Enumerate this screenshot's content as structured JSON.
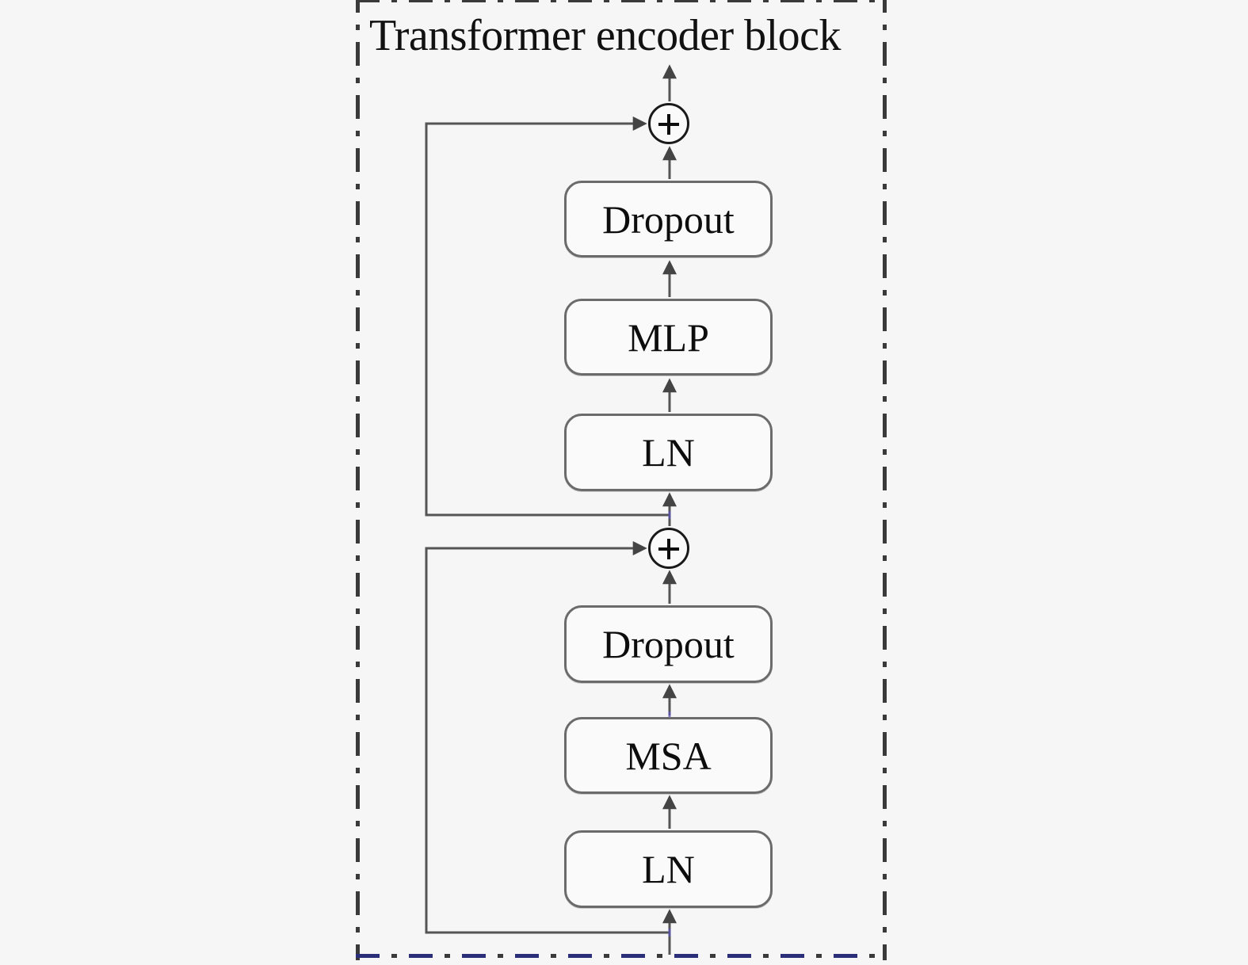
{
  "figure": {
    "title": "Transformer encoder block",
    "background_color": "#f6f6f6",
    "border_style": "dash-dot",
    "border_color": "#3a3a3a",
    "border_accent_color": "#2b2f7a"
  },
  "nodes": {
    "dropout_top": {
      "label": "Dropout",
      "shape": "rounded-rect"
    },
    "mlp": {
      "label": "MLP",
      "shape": "rounded-rect"
    },
    "ln_top": {
      "label": "LN",
      "shape": "rounded-rect"
    },
    "add_top": {
      "label": "+",
      "shape": "circle"
    },
    "dropout_bottom": {
      "label": "Dropout",
      "shape": "rounded-rect"
    },
    "msa": {
      "label": "MSA",
      "shape": "rounded-rect"
    },
    "ln_bottom": {
      "label": "LN",
      "shape": "rounded-rect"
    },
    "add_bottom": {
      "label": "+",
      "shape": "circle"
    }
  },
  "flow": {
    "description": "input -> LN -> MSA -> Dropout -> (+) with residual -> LN -> MLP -> Dropout -> (+) with residual -> output",
    "edges": [
      "input-to-ln-bottom",
      "ln-bottom-to-msa",
      "msa-to-dropout-bottom",
      "dropout-bottom-to-add-bottom",
      "residual-bottom-skip",
      "add-bottom-to-ln-top",
      "ln-top-to-mlp",
      "mlp-to-dropout-top",
      "dropout-top-to-add-top",
      "residual-top-skip",
      "add-top-to-output"
    ]
  },
  "colors": {
    "box_border": "#6b6b6b",
    "box_fill": "#fafafa",
    "line": "#555555",
    "text": "#0d0d0d",
    "accent": "#5a52b5"
  }
}
